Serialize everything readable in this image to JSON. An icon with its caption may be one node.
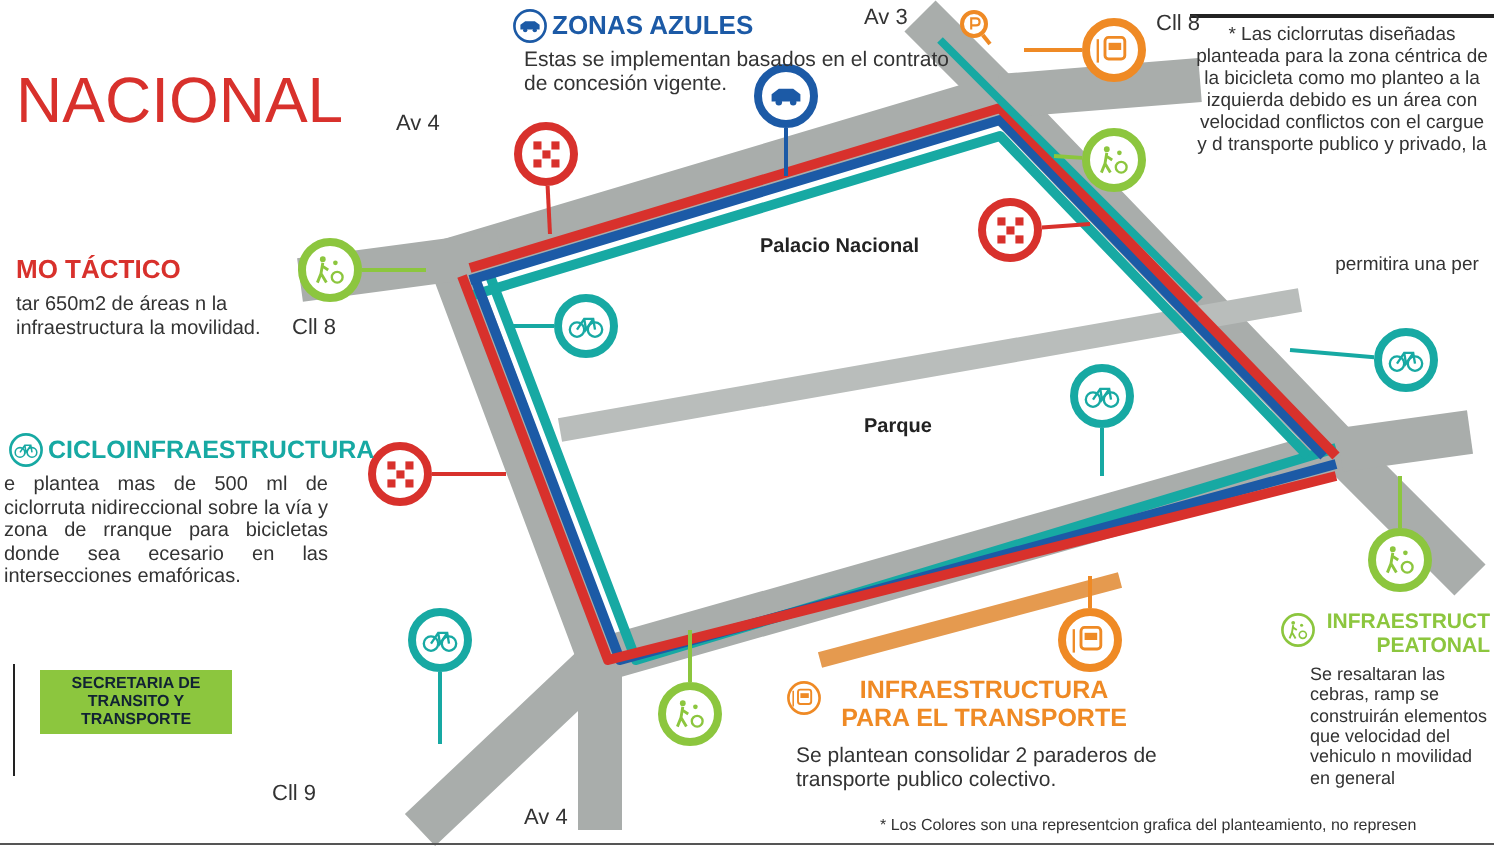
{
  "diagram": {
    "nodes": [
      {
        "text": [],
        "shape": "circle"
      },
      {
        "text": [],
        "shape": "circle"
      },
      {
        "text": [],
        "shape": "circle"
      },
      {
        "text": [],
        "shape": "circle"
      },
      {
        "text": [],
        "shape": "circle"
      },
      {
        "text": [],
        "shape": "circle"
      },
      {
        "text": [],
        "shape": "circle"
      },
      {
        "text": [],
        "shape": "circle"
      },
      {
        "text": [],
        "shape": "circle"
      },
      {
        "text": [],
        "shape": "circle"
      },
      {
        "text": [],
        "shape": "circle"
      },
      {
        "text": [],
        "shape": "circle"
      },
      {
        "text": [],
        "shape": "circle"
      },
      {
        "text": [],
        "shape": "circle"
      },
      {
        "text": [],
        "shape": "circle"
      }
    ],
    "edges": [
      {
        "from": 0,
        "to": null,
        "arrow": "none",
        "color": "#8cc63e"
      },
      {
        "from": 1,
        "to": null,
        "arrow": "none",
        "color": "#d8312c"
      },
      {
        "from": 2,
        "to": null,
        "arrow": "none",
        "color": "#1c5aa6"
      },
      {
        "from": 3,
        "to": null,
        "arrow": "none",
        "color": "#ef8a25"
      },
      {
        "from": 4,
        "to": null,
        "arrow": "none",
        "color": "#ef8a25"
      },
      {
        "from": 5,
        "to": null,
        "arrow": "none",
        "color": "#8cc63e"
      },
      {
        "from": 6,
        "to": null,
        "arrow": "none",
        "color": "#d8312c"
      },
      {
        "from": 7,
        "to": null,
        "arrow": "none",
        "color": "#d8312c"
      },
      {
        "from": 8,
        "to": null,
        "arrow": "none",
        "color": "#17a9a3"
      },
      {
        "from": 9,
        "to": null,
        "arrow": "none",
        "color": "#17a9a3"
      },
      {
        "from": 10,
        "to": null,
        "arrow": "none",
        "color": "#17a9a3"
      },
      {
        "from": 11,
        "to": null,
        "arrow": "none",
        "color": "#8cc63e"
      },
      {
        "from": 12,
        "to": null,
        "arrow": "none",
        "color": "#17a9a3"
      },
      {
        "from": 13,
        "to": null,
        "arrow": "none",
        "color": "#8cc63e"
      },
      {
        "from": 14,
        "to": null,
        "arrow": "none",
        "color": "#ef8a25"
      }
    ],
    "labels": [
      "NACIONAL",
      "ZONAS AZULES",
      "Estas se implementan basados en el contrato de concesión vigente.",
      "Av 3",
      "* Las ciclorrutas diseñadas planteada para la zona céntrica de la bicicleta como mo planteo a la izquierda debido es un área con velocidad conflictos con el cargue y d transporte publico y privado, la",
      "Av 4",
      "Cll 8",
      "Cll 8",
      "MO TÁCTICO",
      "tar 650m2 de áreas n la infraestructura la movilidad.",
      "Palacio Nacional",
      "permitira una per",
      "CICLOINFRAESTRUCTURA",
      "e plantea mas de 500 ml de ciclorruta nidireccional sobre la vía y zona de rranque para bicicletas donde sea ecesario en las intersecciones emafóricas.",
      "Parque",
      "SECRETARIA DE TRANSITO Y TRANSPORTE",
      "INFRAESTRUCTURA PARA EL TRANSPORTE",
      "Se plantean consolidar 2 paraderos de transporte publico colectivo.",
      "INFRAESTRUCT PEATONAL",
      "Se resaltaran las cebras, ramp se construirán elementos que velocidad del vehiculo n movilidad en general",
      "Cll 9",
      "Av 4",
      "* Los Colores son una representcion grafica del planteamiento, no represen"
    ]
  }
}
